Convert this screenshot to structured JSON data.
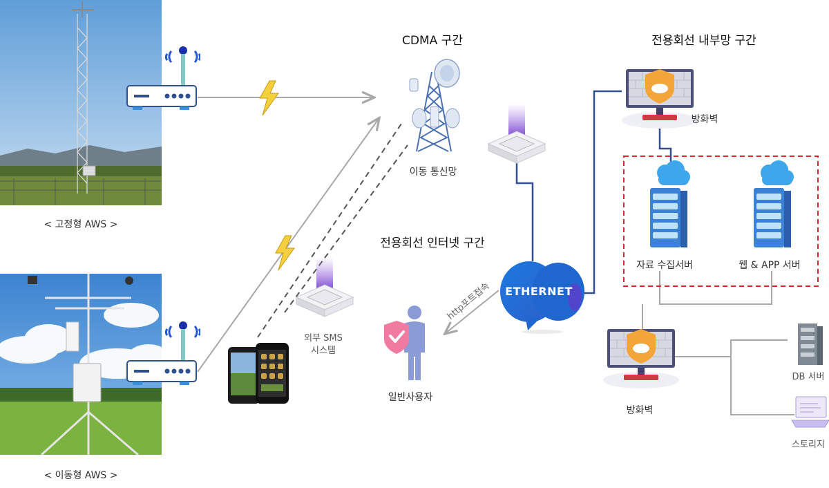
{
  "sections": {
    "cdma": "CDMA 구간",
    "internal": "전용회선 내부망 구간",
    "internet": "전용회선 인터넷 구간"
  },
  "stations": {
    "fixed": "< 고정형 AWS >",
    "mobile": "< 이동형 AWS >"
  },
  "nodes": {
    "mobile_network": "이동 통신망",
    "firewall_top": "방화벽",
    "collect_server": "자료 수집서버",
    "web_server": "웹 & APP 서버",
    "firewall_bottom": "방화벽",
    "db_server": "DB 서버",
    "storage": "스토리지",
    "sms_line1": "외부 SMS",
    "sms_line2": "시스템",
    "user": "일반사용자",
    "ethernet": "ETHERNET",
    "http_access": "http포트접속"
  },
  "colors": {
    "blue_line": "#2f4f8f",
    "gray_line": "#a8a8a8",
    "dashed_red": "#d9262c",
    "ethernet_blue": "#1e6fd9",
    "lightning": "#f4d03f"
  }
}
